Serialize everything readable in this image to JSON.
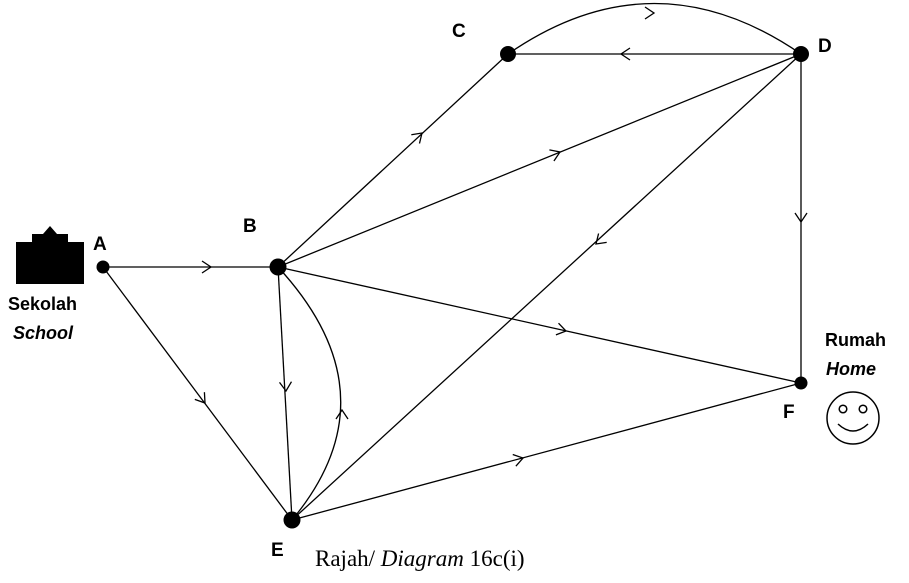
{
  "nodes": {
    "A": "A",
    "B": "B",
    "C": "C",
    "D": "D",
    "E": "E",
    "F": "F"
  },
  "places": {
    "school_malay": "Sekolah",
    "school_english": "School",
    "home_malay": "Rumah",
    "home_english": "Home"
  },
  "caption": {
    "malay": "Rajah/",
    "english": "Diagram",
    "number": "16c(i)"
  },
  "icons": [
    "school-building-icon",
    "smiley-face-icon"
  ],
  "directed_edges": [
    {
      "from": "A",
      "to": "B"
    },
    {
      "from": "A",
      "to": "E"
    },
    {
      "from": "B",
      "to": "C"
    },
    {
      "from": "B",
      "to": "D"
    },
    {
      "from": "B",
      "to": "F"
    },
    {
      "from": "B",
      "to": "E"
    },
    {
      "from": "E",
      "to": "B"
    },
    {
      "from": "C",
      "to": "D"
    },
    {
      "from": "D",
      "to": "C"
    },
    {
      "from": "D",
      "to": "E"
    },
    {
      "from": "D",
      "to": "F"
    },
    {
      "from": "E",
      "to": "F"
    }
  ]
}
